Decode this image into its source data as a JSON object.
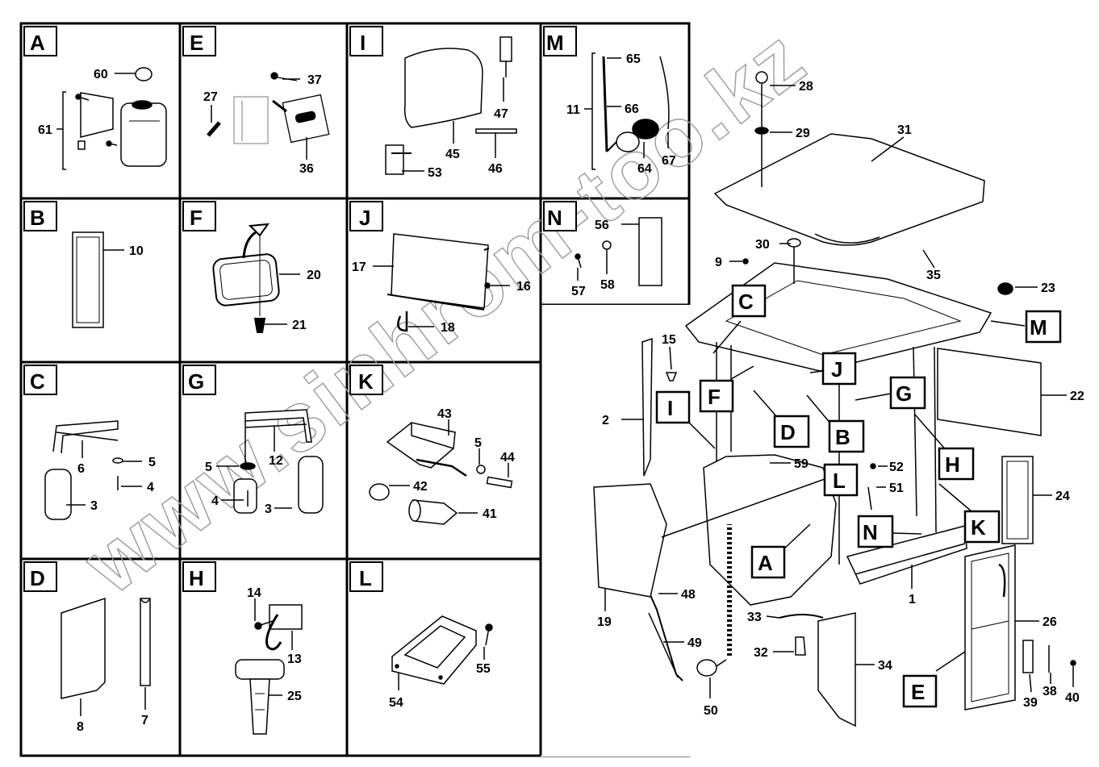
{
  "watermark": "www.sinhrom-too.kz",
  "panels": [
    {
      "id": "A",
      "parts": [
        "60",
        "61"
      ]
    },
    {
      "id": "E",
      "parts": [
        "27",
        "37",
        "36"
      ]
    },
    {
      "id": "I",
      "parts": [
        "47",
        "45",
        "46",
        "53"
      ]
    },
    {
      "id": "M",
      "parts": [
        "65",
        "11",
        "66",
        "64",
        "67"
      ]
    },
    {
      "id": "B",
      "parts": [
        "10"
      ]
    },
    {
      "id": "F",
      "parts": [
        "20",
        "21"
      ]
    },
    {
      "id": "J",
      "parts": [
        "17",
        "16",
        "18"
      ]
    },
    {
      "id": "N",
      "parts": [
        "56",
        "57",
        "58"
      ]
    },
    {
      "id": "C",
      "parts": [
        "6",
        "5",
        "4",
        "3"
      ]
    },
    {
      "id": "G",
      "parts": [
        "12",
        "5",
        "4",
        "3"
      ]
    },
    {
      "id": "K",
      "parts": [
        "43",
        "5",
        "44",
        "42",
        "41"
      ]
    },
    {
      "id": "D",
      "parts": [
        "8",
        "7"
      ]
    },
    {
      "id": "H",
      "parts": [
        "14",
        "13",
        "25"
      ]
    },
    {
      "id": "L",
      "parts": [
        "55",
        "54"
      ]
    }
  ],
  "callouts": [
    "28",
    "29",
    "31",
    "30",
    "9",
    "35",
    "23",
    "15",
    "2",
    "59",
    "52",
    "51",
    "22",
    "24",
    "19",
    "48",
    "49",
    "50",
    "33",
    "32",
    "34",
    "1",
    "26",
    "39",
    "38",
    "40"
  ],
  "section_tags": [
    "C",
    "J",
    "G",
    "F",
    "I",
    "D",
    "B",
    "M",
    "H",
    "K",
    "L",
    "N",
    "A",
    "E"
  ]
}
